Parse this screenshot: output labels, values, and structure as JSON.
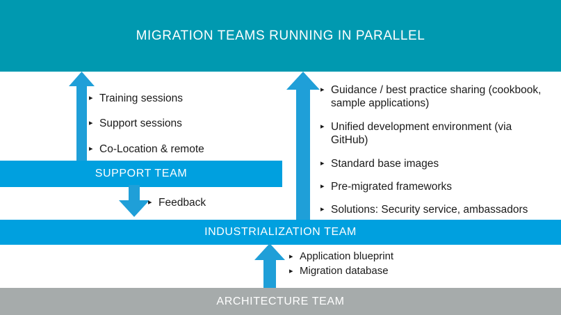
{
  "header": {
    "title": "MIGRATION TEAMS RUNNING IN PARALLEL"
  },
  "bands": {
    "support_team": "SUPPORT TEAM",
    "industrialization_team": "INDUSTRIALIZATION TEAM",
    "architecture_team": "ARCHITECTURE TEAM"
  },
  "support_bullets": [
    {
      "text": "Training sessions"
    },
    {
      "text": "Support sessions"
    },
    {
      "text": "Co-Location & remote"
    }
  ],
  "industrialization_bullets": [
    {
      "text": "Guidance / best practice sharing (cookbook, sample applications)"
    },
    {
      "text": "Unified development environment (via GitHub)"
    },
    {
      "text": "Standard base images"
    },
    {
      "text": "Pre-migrated frameworks"
    },
    {
      "text": "Solutions: Security service, ambassadors"
    }
  ],
  "feedback_bullets": [
    {
      "text": "Feedback"
    }
  ],
  "architecture_bullets": [
    {
      "text": "Application blueprint"
    },
    {
      "text": "Migration database"
    }
  ],
  "arrows": {
    "support_up": "up-arrow-icon",
    "migration_up": "up-arrow-icon",
    "feedback_down": "down-arrow-icon",
    "architecture_up": "up-arrow-icon"
  },
  "colors": {
    "header_teal": "#0099B0",
    "band_blue": "#00A0DF",
    "arrow_blue": "#1F9FD8",
    "architecture_gray": "#A6ABAB",
    "text_light": "#ffffff",
    "text_dark": "#1a1a1a"
  }
}
